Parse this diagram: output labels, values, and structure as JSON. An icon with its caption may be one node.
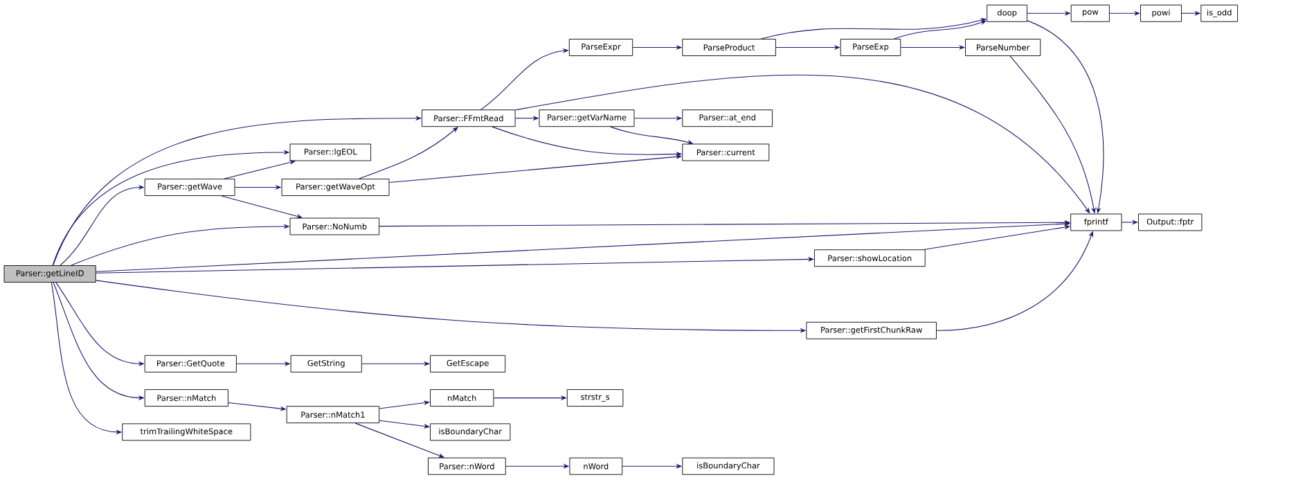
{
  "diagram": {
    "nodes": [
      {
        "text": [
          "Parser::getLineID"
        ]
      },
      {
        "text": [
          "Parser::FFmtRead"
        ]
      },
      {
        "text": [
          "Parser::lgEOL"
        ]
      },
      {
        "text": [
          "Parser::getWave"
        ]
      },
      {
        "text": [
          "Parser::getWaveOpt"
        ]
      },
      {
        "text": [
          "Parser::NoNumb"
        ]
      },
      {
        "text": [
          "Parser::showLocation"
        ]
      },
      {
        "text": [
          "fprintf"
        ]
      },
      {
        "text": [
          "Parser::getFirstChunkRaw"
        ]
      },
      {
        "text": [
          "Parser::GetQuote"
        ]
      },
      {
        "text": [
          "GetString"
        ]
      },
      {
        "text": [
          "GetEscape"
        ]
      },
      {
        "text": [
          "Parser::nMatch"
        ]
      },
      {
        "text": [
          "Parser::nMatch1"
        ]
      },
      {
        "text": [
          "nMatch"
        ]
      },
      {
        "text": [
          "strstr_s"
        ]
      },
      {
        "text": [
          "isBoundaryChar"
        ]
      },
      {
        "text": [
          "trimTrailingWhiteSpace"
        ]
      },
      {
        "text": [
          "Parser::nWord"
        ]
      },
      {
        "text": [
          "nWord"
        ]
      },
      {
        "text": [
          "isBoundaryChar"
        ]
      },
      {
        "text": [
          "ParseExpr"
        ]
      },
      {
        "text": [
          "ParseProduct"
        ]
      },
      {
        "text": [
          "ParseExp"
        ]
      },
      {
        "text": [
          "ParseNumber"
        ]
      },
      {
        "text": [
          "doop"
        ]
      },
      {
        "text": [
          "pow"
        ]
      },
      {
        "text": [
          "powi"
        ]
      },
      {
        "text": [
          "is_odd"
        ]
      },
      {
        "text": [
          "Parser::getVarName"
        ]
      },
      {
        "text": [
          "Parser::at_end"
        ]
      },
      {
        "text": [
          "Parser::current"
        ]
      },
      {
        "text": [
          "Output::fptr"
        ]
      }
    ],
    "edges": [
      {
        "from": 0,
        "to": 1,
        "arrow": "to"
      },
      {
        "from": 0,
        "to": 2,
        "arrow": "to"
      },
      {
        "from": 0,
        "to": 3,
        "arrow": "to"
      },
      {
        "from": 0,
        "to": 5,
        "arrow": "to"
      },
      {
        "from": 0,
        "to": 6,
        "arrow": "to"
      },
      {
        "from": 0,
        "to": 7,
        "arrow": "to"
      },
      {
        "from": 0,
        "to": 8,
        "arrow": "to"
      },
      {
        "from": 0,
        "to": 9,
        "arrow": "to"
      },
      {
        "from": 0,
        "to": 12,
        "arrow": "to"
      },
      {
        "from": 0,
        "to": 17,
        "arrow": "to"
      },
      {
        "from": 3,
        "to": 2,
        "arrow": "to"
      },
      {
        "from": 3,
        "to": 4,
        "arrow": "to"
      },
      {
        "from": 3,
        "to": 5,
        "arrow": "to"
      },
      {
        "from": 4,
        "to": 1,
        "arrow": "to"
      },
      {
        "from": 4,
        "to": 31,
        "arrow": "to"
      },
      {
        "from": 5,
        "to": 7,
        "arrow": "to"
      },
      {
        "from": 6,
        "to": 7,
        "arrow": "to"
      },
      {
        "from": 8,
        "to": 7,
        "arrow": "to"
      },
      {
        "from": 1,
        "to": 21,
        "arrow": "to"
      },
      {
        "from": 1,
        "to": 29,
        "arrow": "to"
      },
      {
        "from": 1,
        "to": 31,
        "arrow": "to"
      },
      {
        "from": 1,
        "to": 7,
        "arrow": "to"
      },
      {
        "from": 21,
        "to": 22,
        "arrow": "to"
      },
      {
        "from": 22,
        "to": 25,
        "arrow": "to"
      },
      {
        "from": 22,
        "to": 23,
        "arrow": "to"
      },
      {
        "from": 23,
        "to": 25,
        "arrow": "to"
      },
      {
        "from": 23,
        "to": 24,
        "arrow": "to"
      },
      {
        "from": 24,
        "to": 7,
        "arrow": "to"
      },
      {
        "from": 25,
        "to": 7,
        "arrow": "to"
      },
      {
        "from": 25,
        "to": 26,
        "arrow": "to"
      },
      {
        "from": 26,
        "to": 27,
        "arrow": "to"
      },
      {
        "from": 27,
        "to": 28,
        "arrow": "to"
      },
      {
        "from": 29,
        "to": 30,
        "arrow": "to"
      },
      {
        "from": 29,
        "to": 31,
        "arrow": "to"
      },
      {
        "from": 7,
        "to": 32,
        "arrow": "to"
      },
      {
        "from": 9,
        "to": 10,
        "arrow": "to"
      },
      {
        "from": 10,
        "to": 11,
        "arrow": "to"
      },
      {
        "from": 12,
        "to": 13,
        "arrow": "to"
      },
      {
        "from": 13,
        "to": 14,
        "arrow": "to"
      },
      {
        "from": 14,
        "to": 15,
        "arrow": "to"
      },
      {
        "from": 13,
        "to": 16,
        "arrow": "to"
      },
      {
        "from": 13,
        "to": 18,
        "arrow": "to"
      },
      {
        "from": 18,
        "to": 19,
        "arrow": "to"
      },
      {
        "from": 19,
        "to": 20,
        "arrow": "to"
      }
    ]
  }
}
